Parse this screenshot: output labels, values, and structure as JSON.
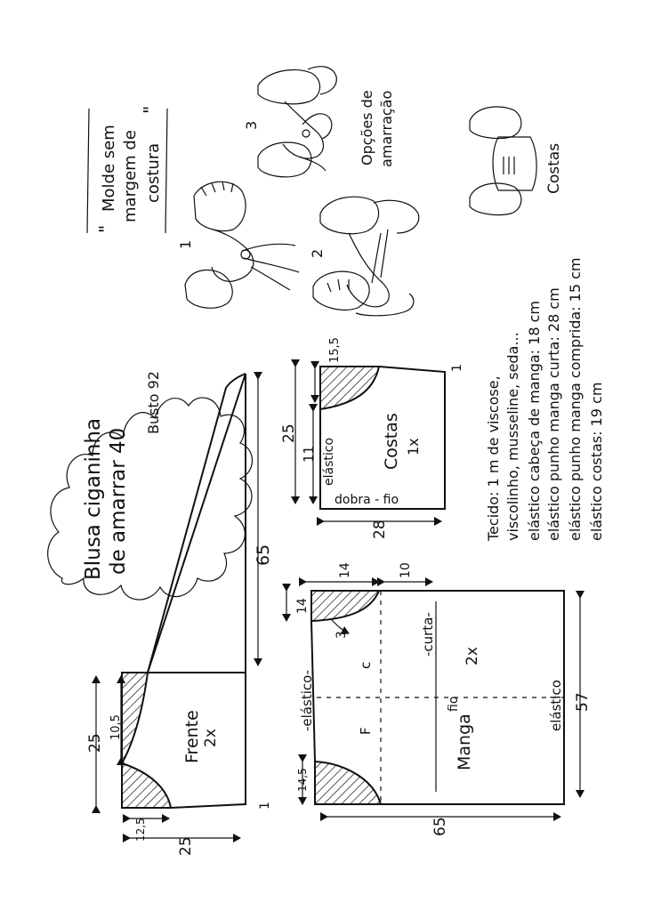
{
  "title": {
    "line1": "Blusa ciganinha",
    "line2": "de amarrar 40",
    "bust": "Busto 92"
  },
  "note": {
    "q1": "\"",
    "line1": "Molde sem",
    "line2": "margem de",
    "line3": "costura",
    "q2": "\""
  },
  "options": {
    "label_line1": "Opções de",
    "label_line2": "amarração",
    "n1": "1",
    "n2": "2",
    "n3": "3",
    "costas": "Costas"
  },
  "frente": {
    "label": "Frente",
    "qty": "2x",
    "dim_25_top": "25",
    "dim_10_5": "10,5",
    "dim_12_5": "12,5",
    "dim_25_bottom": "25",
    "dim_65": "65",
    "mark_1": "1"
  },
  "costas": {
    "label": "Costas",
    "qty": "1x",
    "dim_25": "25",
    "dim_15_5": "15,5",
    "dim_11": "11",
    "dim_28": "28",
    "elastic": "elástico",
    "fold": "dobra - fio",
    "mark_1": "1"
  },
  "manga": {
    "label": "Manga",
    "qty": "2x",
    "dim_14_top": "14",
    "dim_14_left": "14",
    "dim_10": "10",
    "dim_14_5": "14,5",
    "dim_65": "65",
    "dim_57": "57",
    "elastic_left": "-elástico-",
    "elastic_right": "elástico",
    "curta": "-curta-",
    "fio": "fio",
    "c": "c",
    "f": "F",
    "mark_3": "3"
  },
  "materials": [
    "Tecido: 1 m de viscose,",
    "viscolinho, musseline, seda...",
    "elástico cabeça de manga: 18 cm",
    "elástico punho manga curta: 28 cm",
    "elástico punho manga comprida: 15 cm",
    "elástico costas: 19 cm"
  ]
}
